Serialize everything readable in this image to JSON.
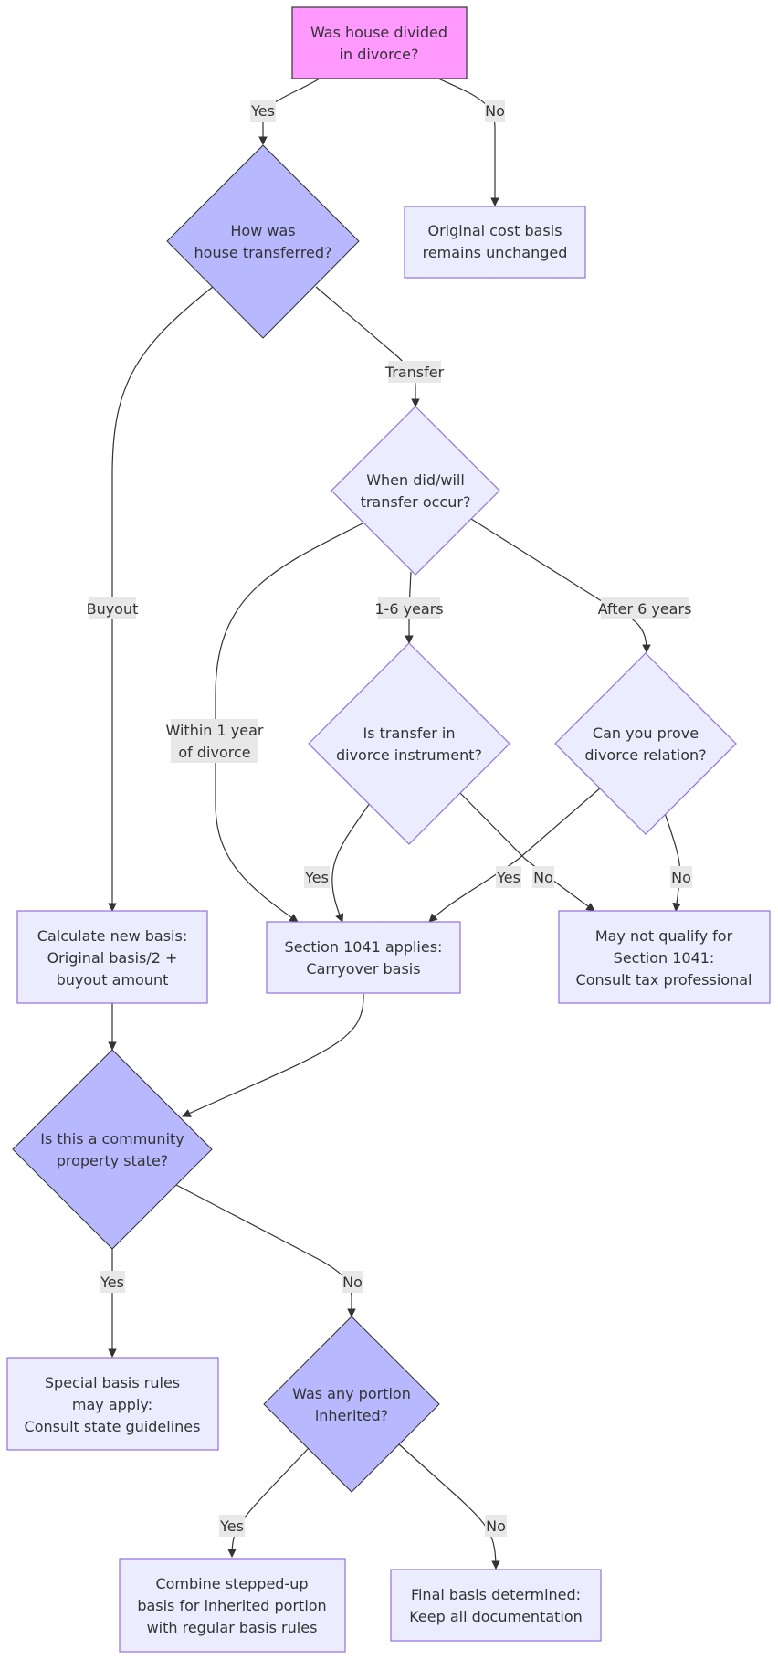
{
  "nodes": {
    "start": [
      "Was house divided",
      "in divorce?"
    ],
    "how_transferred": [
      "How was",
      "house transferred?"
    ],
    "original_basis": [
      "Original cost basis",
      "remains unchanged"
    ],
    "when_transfer": [
      "When did/will",
      "transfer occur?"
    ],
    "in_instrument": [
      "Is transfer in",
      "divorce instrument?"
    ],
    "prove_relation": [
      "Can you prove",
      "divorce relation?"
    ],
    "calc_new_basis": [
      "Calculate new basis:",
      "Original basis/2 +",
      "buyout amount"
    ],
    "section_1041": [
      "Section 1041 applies:",
      "Carryover basis"
    ],
    "may_not_qualify": [
      "May not qualify for",
      "Section 1041:",
      "Consult tax professional"
    ],
    "community_property": [
      "Is this a community",
      "property state?"
    ],
    "special_rules": [
      "Special basis rules",
      "may apply:",
      "Consult state guidelines"
    ],
    "inherited": [
      "Was any portion",
      "inherited?"
    ],
    "stepped_up": [
      "Combine stepped-up",
      "basis for inherited portion",
      "with regular basis rules"
    ],
    "final_basis": [
      "Final basis determined:",
      "Keep all documentation"
    ]
  },
  "edge_labels": {
    "start_yes": [
      "Yes"
    ],
    "start_no": [
      "No"
    ],
    "transfer": [
      "Transfer"
    ],
    "buyout": [
      "Buyout"
    ],
    "within_1_year": [
      "Within 1 year",
      "of divorce"
    ],
    "one_to_six_years": [
      "1-6 years"
    ],
    "after_6_years": [
      "After 6 years"
    ],
    "instrument_yes": [
      "Yes"
    ],
    "instrument_no": [
      "No"
    ],
    "prove_yes": [
      "Yes"
    ],
    "prove_no": [
      "No"
    ],
    "community_yes": [
      "Yes"
    ],
    "community_no": [
      "No"
    ],
    "inherited_yes": [
      "Yes"
    ],
    "inherited_no": [
      "No"
    ]
  }
}
